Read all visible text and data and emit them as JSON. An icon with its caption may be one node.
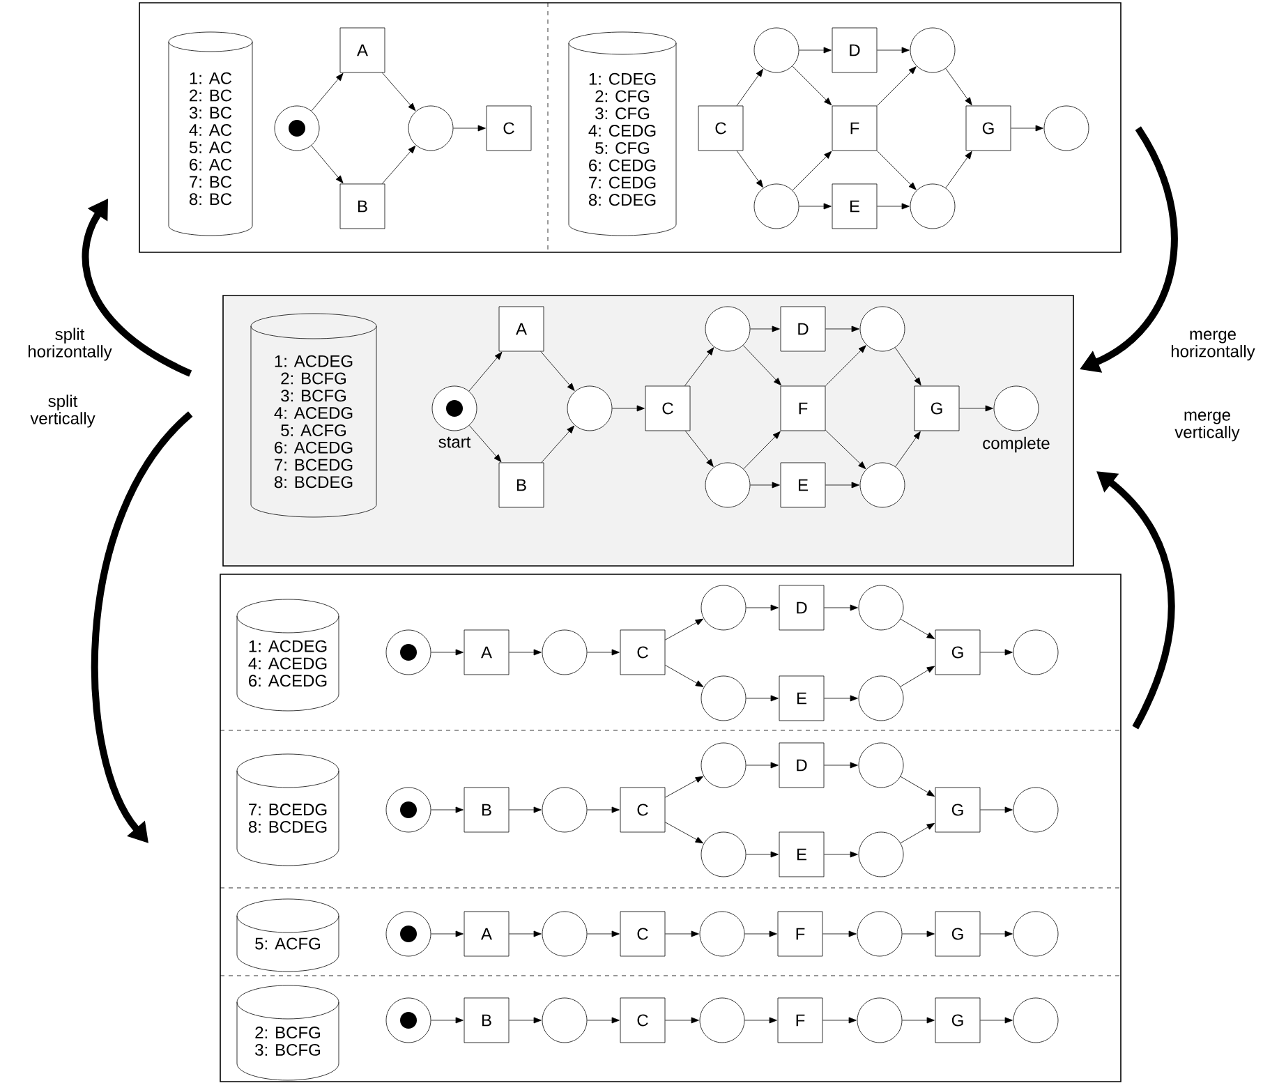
{
  "diagram": {
    "nodes": [
      {
        "text": [],
        "shape": "box"
      },
      {
        "text": [
          "1: AC",
          "2: BC",
          "3: BC",
          "4: AC",
          "5: AC",
          "6: AC",
          "7: BC",
          "8: BC"
        ],
        "in": 0
      },
      {
        "text": [],
        "shape": "circle",
        "in": 0
      },
      {
        "text": [
          "A"
        ],
        "in": 0
      },
      {
        "text": [
          "B"
        ],
        "in": 0
      },
      {
        "text": [],
        "shape": "circle",
        "in": 0
      },
      {
        "text": [
          "C"
        ],
        "in": 0
      },
      {
        "text": [
          "1: CDEG",
          "2: CFG",
          "3: CFG",
          "4: CEDG",
          "5: CFG",
          "6: CEDG",
          "7: CEDG",
          "8: CDEG"
        ],
        "in": 0
      },
      {
        "text": [
          "C"
        ],
        "in": 0
      },
      {
        "text": [],
        "shape": "circle",
        "in": 0
      },
      {
        "text": [],
        "shape": "circle",
        "in": 0
      },
      {
        "text": [
          "D"
        ],
        "in": 0
      },
      {
        "text": [
          "F"
        ],
        "in": 0
      },
      {
        "text": [
          "E"
        ],
        "in": 0
      },
      {
        "text": [],
        "shape": "circle",
        "in": 0
      },
      {
        "text": [],
        "shape": "circle",
        "in": 0
      },
      {
        "text": [
          "G"
        ],
        "in": 0
      },
      {
        "text": [],
        "shape": "circle",
        "in": 0
      },
      {
        "text": [],
        "shape": "box"
      },
      {
        "text": [
          "1: ACDEG",
          "2: BCFG",
          "3: BCFG",
          "4: ACEDG",
          "5: ACFG",
          "6: ACEDG",
          "7: BCEDG",
          "8: BCDEG"
        ],
        "in": 18
      },
      {
        "text": [],
        "shape": "circle",
        "beside": [
          "start"
        ],
        "in": 18
      },
      {
        "text": [
          "A"
        ],
        "in": 18
      },
      {
        "text": [
          "B"
        ],
        "in": 18
      },
      {
        "text": [],
        "shape": "circle",
        "in": 18
      },
      {
        "text": [
          "C"
        ],
        "in": 18
      },
      {
        "text": [],
        "shape": "circle",
        "in": 18
      },
      {
        "text": [],
        "shape": "circle",
        "in": 18
      },
      {
        "text": [
          "D"
        ],
        "in": 18
      },
      {
        "text": [
          "F"
        ],
        "in": 18
      },
      {
        "text": [
          "E"
        ],
        "in": 18
      },
      {
        "text": [],
        "shape": "circle",
        "in": 18
      },
      {
        "text": [],
        "shape": "circle",
        "in": 18
      },
      {
        "text": [
          "G"
        ],
        "in": 18
      },
      {
        "text": [],
        "shape": "circle",
        "beside": [
          "complete"
        ],
        "in": 18
      },
      {
        "text": [],
        "shape": "box"
      },
      {
        "text": [
          "1: ACDEG",
          "4: ACEDG",
          "6: ACEDG"
        ],
        "in": 34
      },
      {
        "text": [],
        "shape": "circle",
        "in": 34
      },
      {
        "text": [
          "A"
        ],
        "in": 34
      },
      {
        "text": [],
        "shape": "circle",
        "in": 34
      },
      {
        "text": [
          "C"
        ],
        "in": 34
      },
      {
        "text": [],
        "shape": "circle",
        "in": 34
      },
      {
        "text": [],
        "shape": "circle",
        "in": 34
      },
      {
        "text": [
          "D"
        ],
        "in": 34
      },
      {
        "text": [
          "E"
        ],
        "in": 34
      },
      {
        "text": [],
        "shape": "circle",
        "in": 34
      },
      {
        "text": [],
        "shape": "circle",
        "in": 34
      },
      {
        "text": [
          "G"
        ],
        "in": 34
      },
      {
        "text": [],
        "shape": "circle",
        "in": 34
      },
      {
        "text": [
          "7: BCEDG",
          "8: BCDEG"
        ],
        "in": 34
      },
      {
        "text": [],
        "shape": "circle",
        "in": 34
      },
      {
        "text": [
          "B"
        ],
        "in": 34
      },
      {
        "text": [],
        "shape": "circle",
        "in": 34
      },
      {
        "text": [
          "C"
        ],
        "in": 34
      },
      {
        "text": [],
        "shape": "circle",
        "in": 34
      },
      {
        "text": [],
        "shape": "circle",
        "in": 34
      },
      {
        "text": [
          "D"
        ],
        "in": 34
      },
      {
        "text": [
          "E"
        ],
        "in": 34
      },
      {
        "text": [],
        "shape": "circle",
        "in": 34
      },
      {
        "text": [],
        "shape": "circle",
        "in": 34
      },
      {
        "text": [
          "G"
        ],
        "in": 34
      },
      {
        "text": [],
        "shape": "circle",
        "in": 34
      },
      {
        "text": [
          "5: ACFG"
        ],
        "in": 34
      },
      {
        "text": [],
        "shape": "circle",
        "in": 34
      },
      {
        "text": [
          "A"
        ],
        "in": 34
      },
      {
        "text": [],
        "shape": "circle",
        "in": 34
      },
      {
        "text": [
          "C"
        ],
        "in": 34
      },
      {
        "text": [],
        "shape": "circle",
        "in": 34
      },
      {
        "text": [
          "F"
        ],
        "in": 34
      },
      {
        "text": [],
        "shape": "circle",
        "in": 34
      },
      {
        "text": [
          "G"
        ],
        "in": 34
      },
      {
        "text": [],
        "shape": "circle",
        "in": 34
      },
      {
        "text": [
          "2: BCFG",
          "3: BCFG"
        ],
        "in": 34
      },
      {
        "text": [],
        "shape": "circle",
        "in": 34
      },
      {
        "text": [
          "B"
        ],
        "in": 34
      },
      {
        "text": [],
        "shape": "circle",
        "in": 34
      },
      {
        "text": [
          "C"
        ],
        "in": 34
      },
      {
        "text": [],
        "shape": "circle",
        "in": 34
      },
      {
        "text": [
          "F"
        ],
        "in": 34
      },
      {
        "text": [],
        "shape": "circle",
        "in": 34
      },
      {
        "text": [
          "G"
        ],
        "in": 34
      },
      {
        "text": [],
        "shape": "circle",
        "in": 34
      }
    ],
    "edges": [
      {
        "from": 2,
        "to": 3,
        "arrow": "to"
      },
      {
        "from": 2,
        "to": 4,
        "arrow": "to"
      },
      {
        "from": 3,
        "to": 5,
        "arrow": "to"
      },
      {
        "from": 4,
        "to": 5,
        "arrow": "to"
      },
      {
        "from": 5,
        "to": 6,
        "arrow": "to"
      },
      {
        "from": 8,
        "to": 9,
        "arrow": "to"
      },
      {
        "from": 8,
        "to": 10,
        "arrow": "to"
      },
      {
        "from": 9,
        "to": 11,
        "arrow": "to"
      },
      {
        "from": 9,
        "to": 12,
        "arrow": "to"
      },
      {
        "from": 10,
        "to": 12,
        "arrow": "to"
      },
      {
        "from": 10,
        "to": 13,
        "arrow": "to"
      },
      {
        "from": 11,
        "to": 14,
        "arrow": "to"
      },
      {
        "from": 12,
        "to": 14,
        "arrow": "to"
      },
      {
        "from": 12,
        "to": 15,
        "arrow": "to"
      },
      {
        "from": 13,
        "to": 15,
        "arrow": "to"
      },
      {
        "from": 14,
        "to": 16,
        "arrow": "to"
      },
      {
        "from": 15,
        "to": 16,
        "arrow": "to"
      },
      {
        "from": 16,
        "to": 17,
        "arrow": "to"
      },
      {
        "from": 20,
        "to": 21,
        "arrow": "to"
      },
      {
        "from": 20,
        "to": 22,
        "arrow": "to"
      },
      {
        "from": 21,
        "to": 23,
        "arrow": "to"
      },
      {
        "from": 22,
        "to": 23,
        "arrow": "to"
      },
      {
        "from": 23,
        "to": 24,
        "arrow": "to"
      },
      {
        "from": 24,
        "to": 25,
        "arrow": "to"
      },
      {
        "from": 24,
        "to": 26,
        "arrow": "to"
      },
      {
        "from": 25,
        "to": 27,
        "arrow": "to"
      },
      {
        "from": 25,
        "to": 28,
        "arrow": "to"
      },
      {
        "from": 26,
        "to": 28,
        "arrow": "to"
      },
      {
        "from": 26,
        "to": 29,
        "arrow": "to"
      },
      {
        "from": 27,
        "to": 30,
        "arrow": "to"
      },
      {
        "from": 28,
        "to": 30,
        "arrow": "to"
      },
      {
        "from": 28,
        "to": 31,
        "arrow": "to"
      },
      {
        "from": 29,
        "to": 31,
        "arrow": "to"
      },
      {
        "from": 30,
        "to": 32,
        "arrow": "to"
      },
      {
        "from": 31,
        "to": 32,
        "arrow": "to"
      },
      {
        "from": 32,
        "to": 33,
        "arrow": "to"
      },
      {
        "from": 36,
        "to": 37,
        "arrow": "to"
      },
      {
        "from": 37,
        "to": 38,
        "arrow": "to"
      },
      {
        "from": 38,
        "to": 39,
        "arrow": "to"
      },
      {
        "from": 39,
        "to": 40,
        "arrow": "to"
      },
      {
        "from": 39,
        "to": 41,
        "arrow": "to"
      },
      {
        "from": 40,
        "to": 42,
        "arrow": "to"
      },
      {
        "from": 41,
        "to": 43,
        "arrow": "to"
      },
      {
        "from": 42,
        "to": 44,
        "arrow": "to"
      },
      {
        "from": 43,
        "to": 45,
        "arrow": "to"
      },
      {
        "from": 44,
        "to": 46,
        "arrow": "to"
      },
      {
        "from": 45,
        "to": 46,
        "arrow": "to"
      },
      {
        "from": 46,
        "to": 47,
        "arrow": "to"
      },
      {
        "from": 49,
        "to": 50,
        "arrow": "to"
      },
      {
        "from": 50,
        "to": 51,
        "arrow": "to"
      },
      {
        "from": 51,
        "to": 52,
        "arrow": "to"
      },
      {
        "from": 52,
        "to": 53,
        "arrow": "to"
      },
      {
        "from": 52,
        "to": 54,
        "arrow": "to"
      },
      {
        "from": 53,
        "to": 55,
        "arrow": "to"
      },
      {
        "from": 54,
        "to": 56,
        "arrow": "to"
      },
      {
        "from": 55,
        "to": 57,
        "arrow": "to"
      },
      {
        "from": 56,
        "to": 58,
        "arrow": "to"
      },
      {
        "from": 57,
        "to": 59,
        "arrow": "to"
      },
      {
        "from": 58,
        "to": 59,
        "arrow": "to"
      },
      {
        "from": 59,
        "to": 60,
        "arrow": "to"
      },
      {
        "from": 62,
        "to": 63,
        "arrow": "to"
      },
      {
        "from": 63,
        "to": 64,
        "arrow": "to"
      },
      {
        "from": 64,
        "to": 65,
        "arrow": "to"
      },
      {
        "from": 65,
        "to": 66,
        "arrow": "to"
      },
      {
        "from": 66,
        "to": 67,
        "arrow": "to"
      },
      {
        "from": 67,
        "to": 68,
        "arrow": "to"
      },
      {
        "from": 68,
        "to": 69,
        "arrow": "to"
      },
      {
        "from": 69,
        "to": 70,
        "arrow": "to"
      },
      {
        "from": 72,
        "to": 73,
        "arrow": "to"
      },
      {
        "from": 73,
        "to": 74,
        "arrow": "to"
      },
      {
        "from": 74,
        "to": 75,
        "arrow": "to"
      },
      {
        "from": 75,
        "to": 76,
        "arrow": "to"
      },
      {
        "from": 76,
        "to": 77,
        "arrow": "to"
      },
      {
        "from": 77,
        "to": 78,
        "arrow": "to"
      },
      {
        "from": 78,
        "to": 79,
        "arrow": "to"
      },
      {
        "from": 79,
        "to": 80,
        "arrow": "to"
      },
      {
        "from": 18,
        "to": 0,
        "arrow": "to",
        "label": "split horizontally",
        "style": "thick"
      },
      {
        "from": 0,
        "to": 18,
        "arrow": "to",
        "label": "merge horizontally",
        "style": "thick"
      },
      {
        "from": 18,
        "to": 34,
        "arrow": "to",
        "label": "split vertically",
        "style": "thick"
      },
      {
        "from": 34,
        "to": 18,
        "arrow": "to",
        "label": "merge vertically",
        "style": "thick"
      }
    ]
  }
}
